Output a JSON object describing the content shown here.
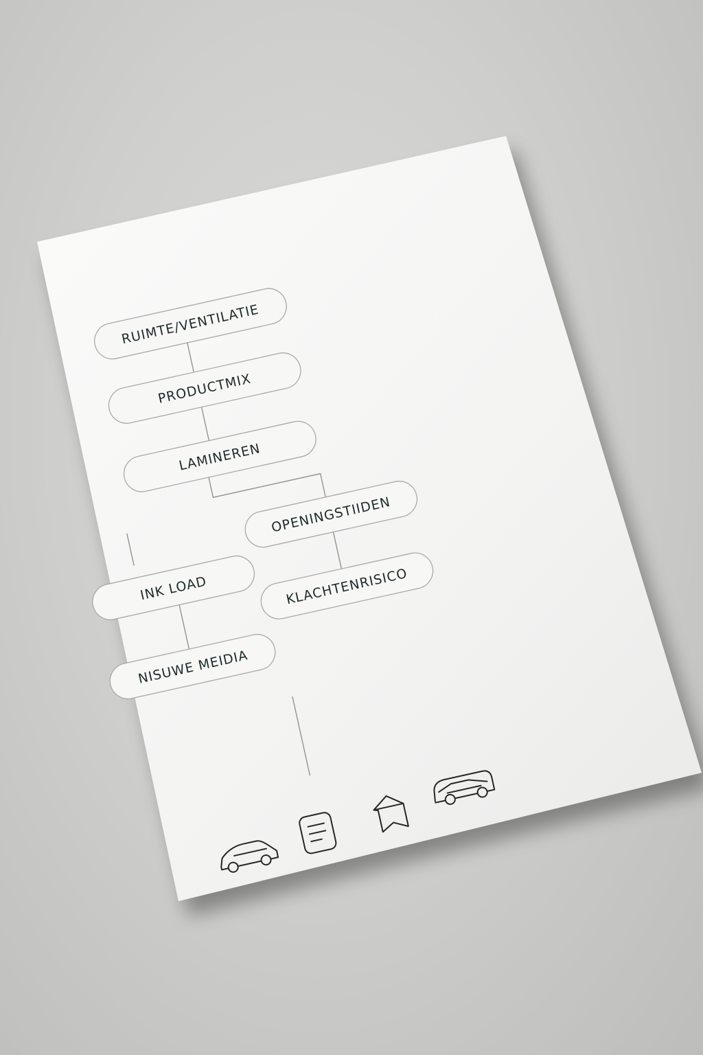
{
  "diagram": {
    "nodes": [
      {
        "id": "ruimte",
        "label": "RUIMTE/VENTILATIE"
      },
      {
        "id": "productmix",
        "label": "PRODUCTMIX"
      },
      {
        "id": "lamineren",
        "label": "LAMINEREN"
      },
      {
        "id": "openingstijden",
        "label": "OPENINGSTIIDEN"
      },
      {
        "id": "inkload",
        "label": "INK LOAD"
      },
      {
        "id": "klachtenrisico",
        "label": "KLACHTENRISICO"
      },
      {
        "id": "nieuwe-media",
        "label": "NISUWE MEIDIA"
      }
    ],
    "edges": [
      [
        "ruimte",
        "productmix"
      ],
      [
        "productmix",
        "lamineren"
      ],
      [
        "lamineren",
        "openingstijden"
      ],
      [
        "openingstijden",
        "klachtenrisico"
      ],
      [
        "inkload",
        "nieuwe-media"
      ]
    ]
  },
  "icons": [
    "car-icon",
    "document-icon",
    "house-icon",
    "van-icon"
  ],
  "colors": {
    "background": "#cfcfcd",
    "paper": "#f7f7f6",
    "pill_stroke": "#a9a9a9",
    "text": "#1d2a2a",
    "icon": "#262626"
  }
}
